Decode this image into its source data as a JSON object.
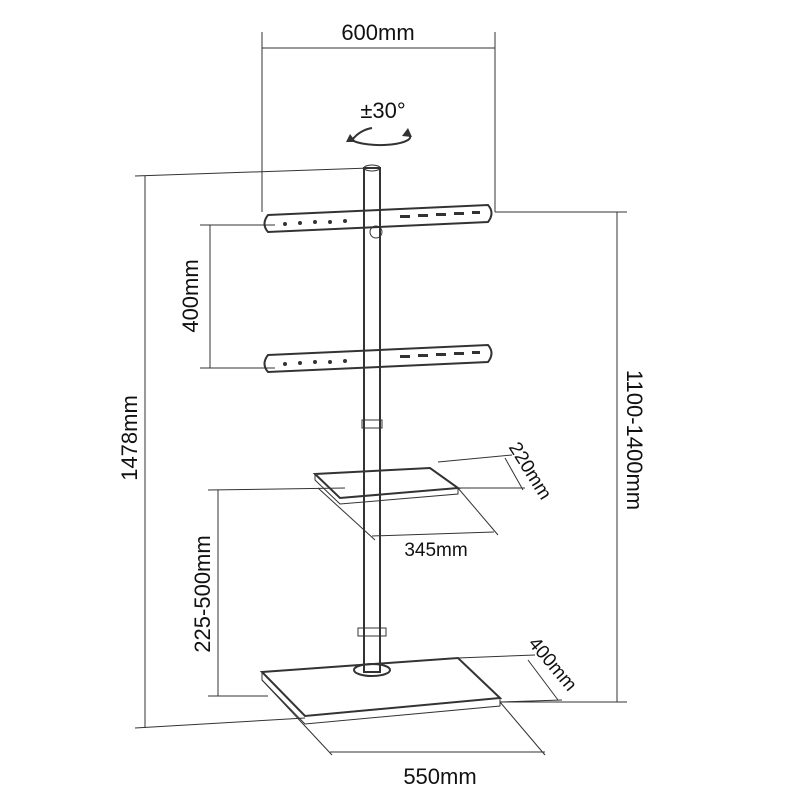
{
  "dimensions": {
    "width": "600mm",
    "rotation": "±30°",
    "total_height": "1478mm",
    "bracket_spacing": "400mm",
    "height_range": "1100-1400mm",
    "shelf_depth": "220mm",
    "shelf_width": "345mm",
    "shelf_height_range": "225-500mm",
    "base_depth": "400mm",
    "base_width": "550mm"
  },
  "colors": {
    "line": "#333333",
    "pole_fill": "#e8e8e8",
    "shelf_fill": "#e0e0e0",
    "bracket_fill": "#dcdcdc"
  }
}
